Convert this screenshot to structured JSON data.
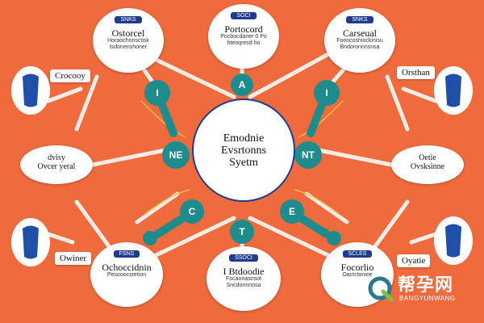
{
  "center": {
    "lines": [
      "Emodnie",
      "Evsrtonns",
      "Syetm"
    ]
  },
  "nodes": {
    "top_left": "I",
    "top_right": "I",
    "top_center": "A",
    "mid_left": "NE",
    "mid_right": "NT",
    "low_left": "C",
    "low_right": "E",
    "bottom_center": "T"
  },
  "ovals": {
    "top_left": {
      "badge": "SNKS",
      "title": "Ostorcel",
      "sub": "Horaochonsctisk tsdonenshoner"
    },
    "top_center": {
      "badge": "SOCI",
      "title": "Portocord",
      "sub": "Pocbocdaner 0 Po hteoqresd ho"
    },
    "top_right": {
      "badge": "SNKS",
      "title": "Carseual",
      "sub": "Fooncoshiockinisu Bndoronnnsnsa"
    },
    "bottom_left": {
      "badge": "FSNS",
      "title": "Ochoccidnin",
      "sub": "Pesooocsretion"
    },
    "bottom_center": {
      "badge": "SSOCI",
      "title": "I Btdoodie",
      "sub": "Focaonasnsot Sncdonnnosa"
    },
    "bottom_right": {
      "badge": "SCLES",
      "title": "Focorlio",
      "sub": "Oactctonioe"
    }
  },
  "side_ovals": {
    "left": {
      "line1": "dvisy",
      "line2": "Ovcer yeral"
    },
    "right": {
      "line1": "Oetie",
      "line2": "Ovsksinne"
    }
  },
  "tags": {
    "top_left": "Crocooy",
    "top_right": "Orsthan",
    "bottom_left": "Owiner",
    "bottom_right": "Oyatie"
  },
  "logo": {
    "cn": "帮孕网",
    "en": "BANGYUNWANG"
  },
  "colors": {
    "background": "#ef6a3c",
    "node_teal": "#1e8c8c",
    "badge_blue": "#1f3c8c",
    "face_blue": "#1f4fa8",
    "connector": "#f4e9e4"
  }
}
